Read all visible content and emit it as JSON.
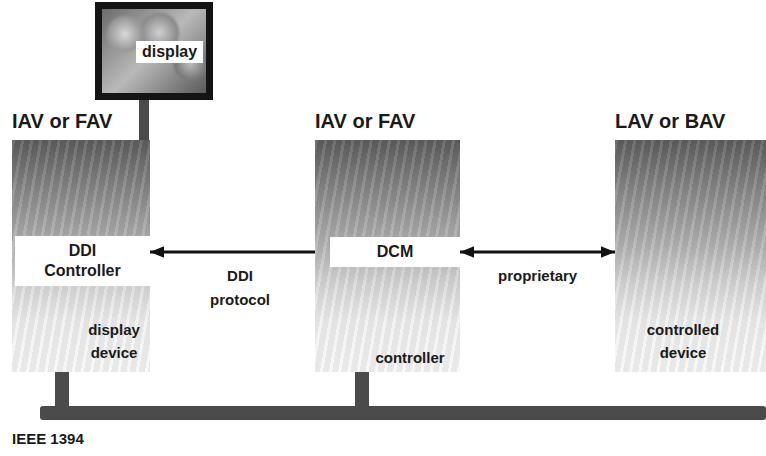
{
  "diagram": {
    "nodes": [
      {
        "text": [
          "display"
        ]
      },
      {
        "text": [
          "IAV or FAV",
          "display device"
        ]
      },
      {
        "text": [
          "DDI Controller"
        ],
        "in": 1
      },
      {
        "text": [
          "IAV or FAV",
          "controller"
        ]
      },
      {
        "text": [
          "DCM"
        ],
        "in": 3
      },
      {
        "text": [
          "LAV or BAV",
          "controlled device"
        ]
      }
    ],
    "edges": [
      {
        "from": 2,
        "to": 4,
        "arrow": "both",
        "label": "DDI protocol"
      },
      {
        "from": 4,
        "to": 5,
        "arrow": "both",
        "label": "proprietary"
      },
      {
        "from": 0,
        "to": 1,
        "arrow": "none"
      }
    ],
    "labels": [
      "IEEE 1394"
    ]
  }
}
